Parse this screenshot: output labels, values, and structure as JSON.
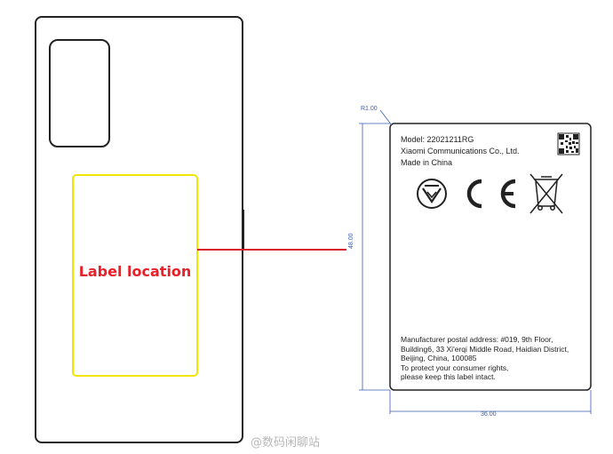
{
  "phone": {
    "label_location_text": "Label location"
  },
  "sticker": {
    "model": "Model: 22021211RG",
    "company": "Xiaomi Communications Co., Ltd.",
    "made_in": "Made in China",
    "address_lines": [
      "Manufacturer postal address: #019, 9th Floor,",
      "Building6, 33 Xi'erqi Middle Road, Haidian District,",
      "Beijing, China, 100085",
      "To protect your consumer rights,",
      "please keep this label intact."
    ],
    "icons": [
      "eac-mark-icon",
      "ce-mark-icon",
      "crossed-bin-icon",
      "qr-code-icon"
    ]
  },
  "dimensions": {
    "radius": "R1.00",
    "height": "48.00",
    "width": "36.00"
  },
  "watermark": "@数码闲聊站",
  "colors": {
    "outline": "#222222",
    "label_box": "#f2e600",
    "connector": "#d8202a",
    "dimension": "#3a5fb0"
  }
}
